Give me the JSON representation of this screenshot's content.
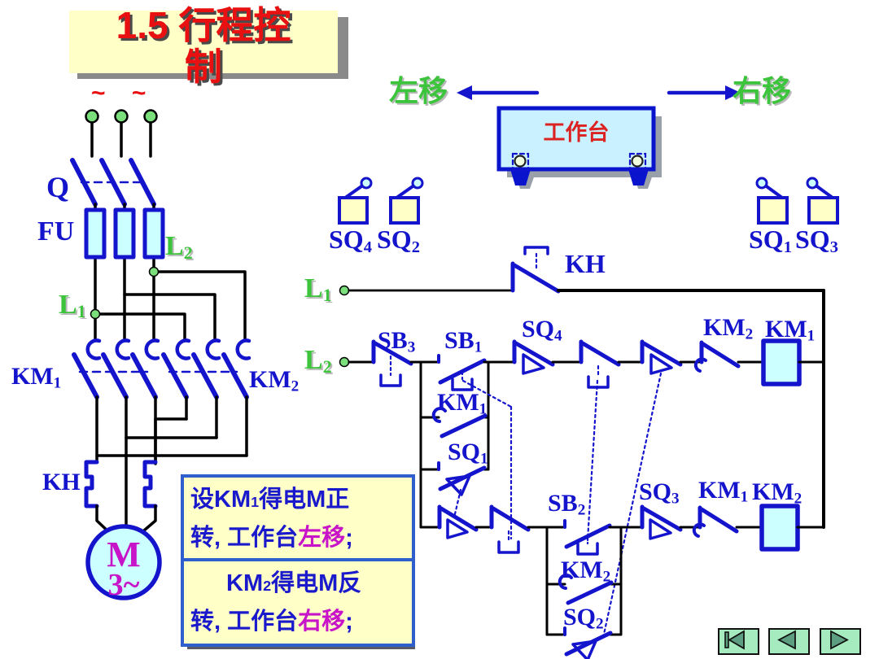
{
  "title": {
    "line1": "1.5  行程控",
    "line2": "制"
  },
  "scene": {
    "move_left": "左移",
    "move_right": "右移",
    "worktable": "工作台",
    "sq4": {
      "base": "SQ",
      "sub": "4"
    },
    "sq2": {
      "base": "SQ",
      "sub": "2"
    },
    "sq1": {
      "base": "SQ",
      "sub": "1"
    },
    "sq3": {
      "base": "SQ",
      "sub": "3"
    }
  },
  "power": {
    "tildes": "~ ~",
    "q": "Q",
    "fu": "FU",
    "l2": {
      "base": "L",
      "sub": "2"
    },
    "l1": {
      "base": "L",
      "sub": "1"
    },
    "km1": {
      "base": "KM",
      "sub": "1"
    },
    "km2": {
      "base": "KM",
      "sub": "2"
    },
    "kh": "KH",
    "motor_m": "M",
    "motor_phase": "3~"
  },
  "control": {
    "l1": {
      "base": "L",
      "sub": "1"
    },
    "l2": {
      "base": "L",
      "sub": "2"
    },
    "kh": "KH",
    "sb3": {
      "base": "SB",
      "sub": "3"
    },
    "sb1": {
      "base": "SB",
      "sub": "1"
    },
    "sq4": {
      "base": "SQ",
      "sub": "4"
    },
    "km2_interlock": {
      "base": "KM",
      "sub": "2"
    },
    "km1_coil": {
      "base": "KM",
      "sub": "1"
    },
    "km1_hold": {
      "base": "KM",
      "sub": "1"
    },
    "sq1": {
      "base": "SQ",
      "sub": "1"
    },
    "sb2": {
      "base": "SB",
      "sub": "2"
    },
    "km2_hold": {
      "base": "KM",
      "sub": "2"
    },
    "sq2": {
      "base": "SQ",
      "sub": "2"
    },
    "sq3": {
      "base": "SQ",
      "sub": "3"
    },
    "km1_interlock": {
      "base": "KM",
      "sub": "1"
    },
    "km2_coil": {
      "base": "KM",
      "sub": "2"
    }
  },
  "notes": {
    "note1": {
      "prefix": "设KM",
      "sub": "1",
      "rest": "得电M正",
      "line2": "转, 工作台",
      "highlight": "左移",
      "tail": ";"
    },
    "note2": {
      "prefix": "KM",
      "sub": "2",
      "rest": "得电M反",
      "line2": "转, 工作台",
      "highlight": "右移",
      "tail": ";"
    }
  },
  "nav": {
    "first_icon": "go-first-icon",
    "previous_icon": "go-previous-icon",
    "next_icon": "go-next-icon"
  },
  "colors": {
    "circuit_blue": "#1414CC",
    "wire_black": "#000000",
    "label_green": "#3CC43C",
    "title_red": "#E81010",
    "highlight_magenta": "#C814C8",
    "panel_cream": "#FFFFC8",
    "component_fill_cyan": "#CCFFFF",
    "worktable_fill": "#C9F1FF",
    "terminal_green": "#7BE07B",
    "nav_button_fill": "#A5EBBF",
    "nav_triangle": "#5E9E80"
  }
}
